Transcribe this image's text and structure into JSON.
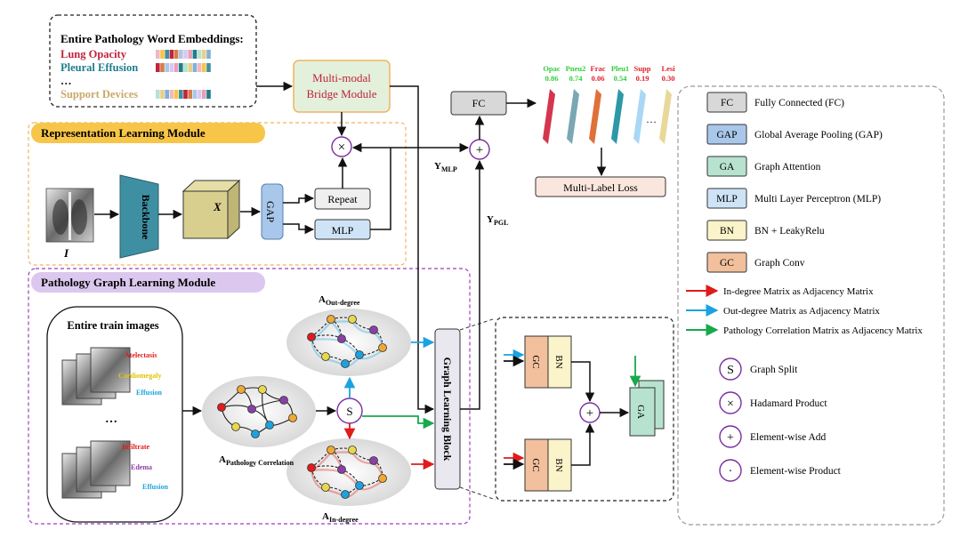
{
  "embeddings": {
    "title": "Entire Pathology Word Embeddings:",
    "items": [
      {
        "label": "Lung Opacity",
        "color": "#c0233d"
      },
      {
        "label": "Pleural Effusion",
        "color": "#1f7d8c"
      },
      {
        "label": "…",
        "color": "#111111"
      },
      {
        "label": "Support Devices",
        "color": "#c9a96a"
      }
    ]
  },
  "modules": {
    "bridge": [
      "Multi-modal",
      "Bridge Module"
    ],
    "representation": "Representation Learning Module",
    "graph": "Pathology Graph Learning Module",
    "graph_block": "Graph Learning Block"
  },
  "labels": {
    "input_I": "I",
    "backbone": "Backbone",
    "feature_X": "X",
    "gap": "GAP",
    "repeat": "Repeat",
    "mlp": "MLP",
    "fc": "FC",
    "loss": "Multi-Label Loss",
    "y_mlp_main": "Y",
    "y_mlp_sub": "MLP",
    "y_pgl_main": "Y",
    "y_pgl_sub": "PGL",
    "train_images": "Entire train images",
    "ellipsis": "…",
    "a_out_main": "A",
    "a_out_sub": "Out-degree",
    "a_corr_main": "A",
    "a_corr_sub": "Pathology Correlation",
    "a_in_main": "A",
    "a_in_sub": "In-degree",
    "split_symbol": "S",
    "plus": "+",
    "times": "×",
    "gc": "GC",
    "bn": "BN",
    "ga": "GA",
    "xray_tags_top": [
      "Atelectasis",
      "Cardiomegaly",
      "Effusion"
    ],
    "xray_tags_bottom": [
      "Infiltrate",
      "Edema",
      "Effusion"
    ]
  },
  "outputs": [
    {
      "name": "Opac",
      "value": "0.86",
      "color": "#2fcf3a"
    },
    {
      "name": "Pneu2",
      "value": "0.74",
      "color": "#2fcf3a"
    },
    {
      "name": "Frac",
      "value": "0.06",
      "color": "#e0202a"
    },
    {
      "name": "Pleu1",
      "value": "0.54",
      "color": "#2fcf3a"
    },
    {
      "name": "Supp",
      "value": "0.19",
      "color": "#e0202a"
    },
    {
      "name": "Lesi",
      "value": "0.30",
      "color": "#e0202a"
    }
  ],
  "output_ellipsis": "…",
  "legend": {
    "boxes": [
      {
        "key": "FC",
        "desc": "Fully Connected (FC)",
        "fill": "#d8d8d8"
      },
      {
        "key": "GAP",
        "desc": "Global Average Pooling (GAP)",
        "fill": "#a9c7ea"
      },
      {
        "key": "GA",
        "desc": "Graph Attention",
        "fill": "#b7e2cf"
      },
      {
        "key": "MLP",
        "desc": "Multi Layer Perceptron (MLP)",
        "fill": "#cfe3f7"
      },
      {
        "key": "BN",
        "desc": "BN + LeakyRelu",
        "fill": "#fbf3c9"
      },
      {
        "key": "GC",
        "desc": "Graph Conv",
        "fill": "#f2c09d"
      }
    ],
    "arrows": [
      {
        "desc": "In-degree Matrix as Adjacency Matrix",
        "color": "#e01b1b"
      },
      {
        "desc": "Out-degree Matrix as Adjacency Matrix",
        "color": "#1aa3e0"
      },
      {
        "desc": "Pathology Correlation Matrix as Adjacency Matrix",
        "color": "#17a94a"
      }
    ],
    "symbols": [
      {
        "symbol": "S",
        "desc": "Graph Split"
      },
      {
        "symbol": "×",
        "desc": "Hadamard Product"
      },
      {
        "symbol": "+",
        "desc": "Element-wise Add"
      },
      {
        "symbol": "·",
        "desc": "Element-wise Product"
      }
    ]
  },
  "colors": {
    "bridge_fill": "#e3f1dc",
    "bridge_border": "#f0b460",
    "rep_banner": "#f7c548",
    "graph_banner": "#dcc8ee",
    "graph_border": "#9b3fc2",
    "backbone": "#3f8fa3",
    "cube": "#d8cf8f",
    "gl_block": "#e9e7f0"
  }
}
